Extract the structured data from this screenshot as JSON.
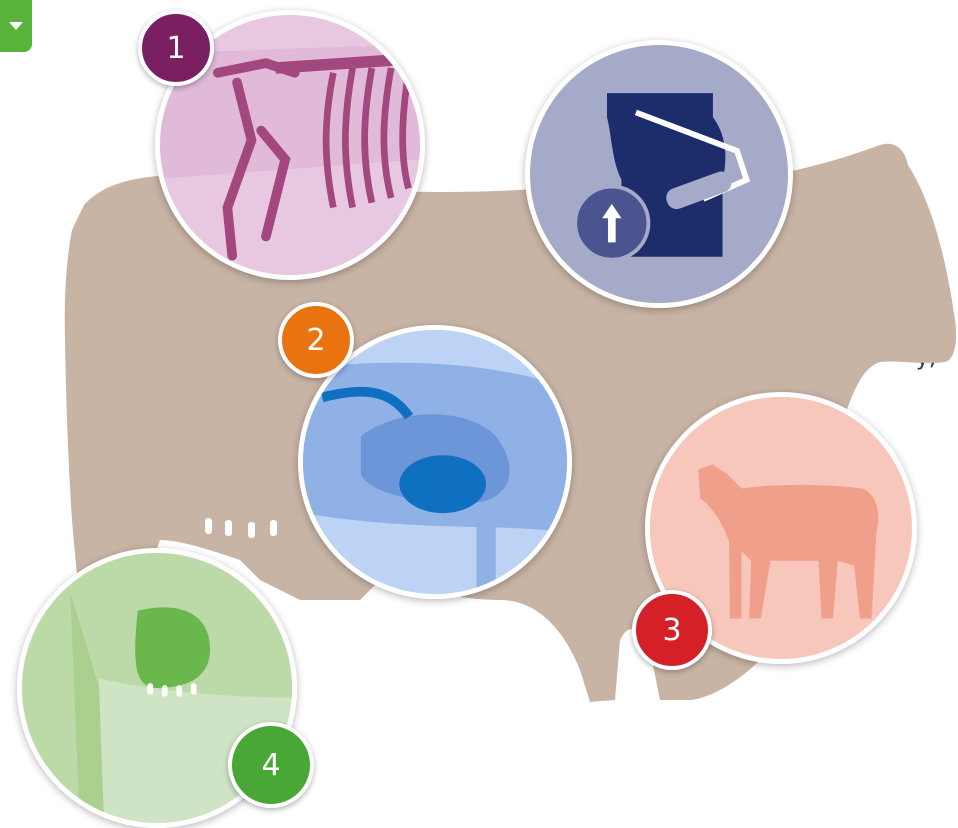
{
  "colors": {
    "cow_body": "#c8b4a5",
    "circle1_bg": "#e8c8e0",
    "circle1_art": "#a3487f",
    "circle2_bg": "#bcd3f5",
    "circle2_art": "#0f6fc1",
    "circle3_bg": "#f8c7bb",
    "circle3_art": "#f0a08a",
    "circle4_bg": "#cfe4c4",
    "circle4_art": "#6ab84d",
    "milk_circle_bg": "#a6aac9",
    "milk_can": "#1d2d6c",
    "badge1": "#7b1f63",
    "badge2": "#e9740f",
    "badge3": "#d62027",
    "badge4": "#48a735",
    "corner_button": "#58b33a"
  },
  "badges": {
    "b1": "1",
    "b2": "2",
    "b3": "3",
    "b4": "4"
  },
  "partial_text": "y,",
  "icons": {
    "corner": "chevron-down-icon",
    "milk_up": "up-arrow-icon"
  }
}
